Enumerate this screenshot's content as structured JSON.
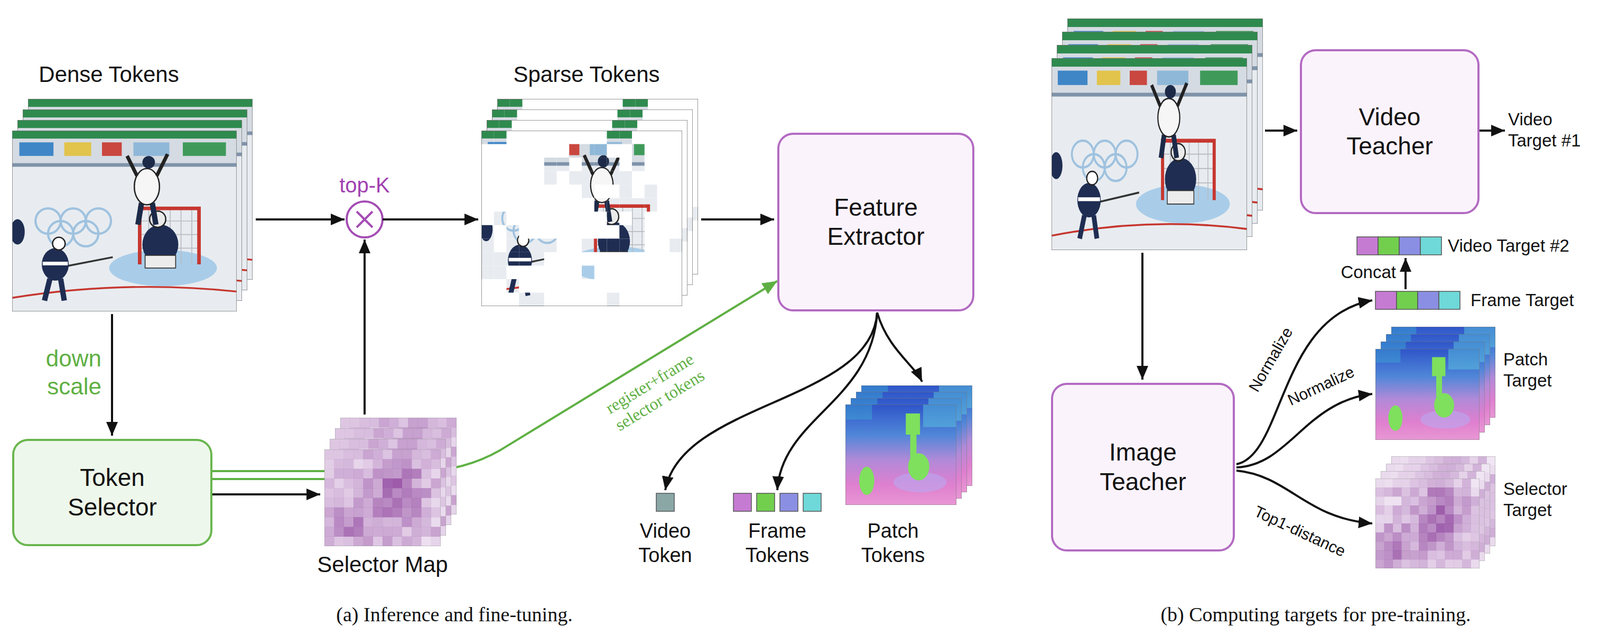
{
  "diagram": {
    "nodes": [
      {
        "text": [
          "Token Selector"
        ]
      },
      {
        "text": [
          "Feature Extractor"
        ]
      },
      {
        "text": [
          "Video Teacher"
        ]
      },
      {
        "text": [
          "Image Teacher"
        ]
      }
    ],
    "edges": [
      {
        "from": 0,
        "to": 1,
        "arrow": "to",
        "label": "register+frame selector tokens"
      }
    ],
    "labels": [
      "Dense Tokens",
      "top-K",
      "Sparse Tokens",
      "down scale",
      "Selector Map",
      "Video Token",
      "Frame Tokens",
      "Patch Tokens",
      "(a) Inference and fine-tuning.",
      "Video Target #1",
      "Video Target #2",
      "Concat",
      "Frame Target",
      "Normalize",
      "Normalize",
      "Patch Target",
      "Top1-distance",
      "Selector Target",
      "(b) Computing targets for pre-training."
    ]
  }
}
